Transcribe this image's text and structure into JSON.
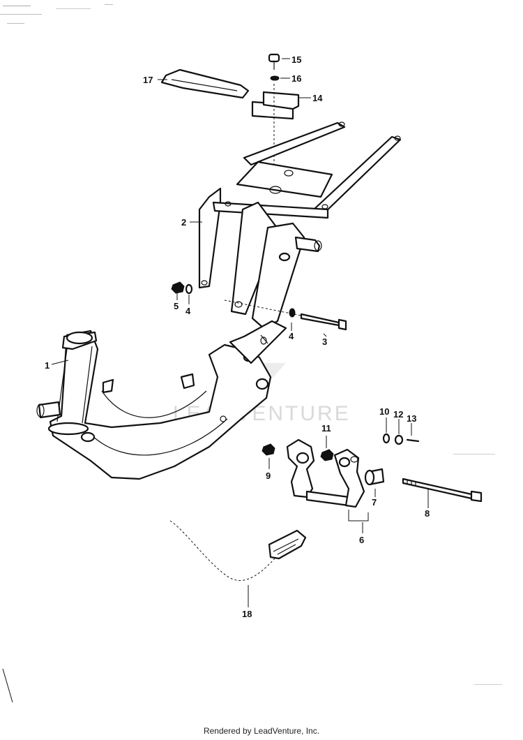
{
  "diagram": {
    "callouts": {
      "c1": "1",
      "c2": "2",
      "c3": "3",
      "c4a": "4",
      "c4b": "4",
      "c5": "5",
      "c6": "6",
      "c7": "7",
      "c8": "8",
      "c9": "9",
      "c10": "10",
      "c11": "11",
      "c12": "12",
      "c13": "13",
      "c14": "14",
      "c15": "15",
      "c16": "16",
      "c17": "17",
      "c18": "18"
    },
    "watermark": "LEADVENTURE"
  },
  "footer": {
    "text": "Rendered by LeadVenture, Inc."
  }
}
